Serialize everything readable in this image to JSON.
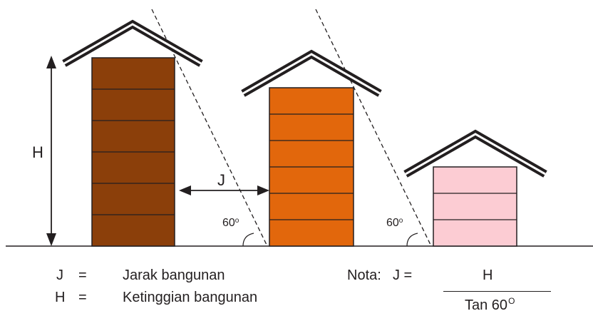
{
  "labels": {
    "height": "H",
    "distance": "J",
    "angle_left": "60",
    "angle_right": "60",
    "degree_mark": "o"
  },
  "legend": {
    "j_symbol": "J",
    "j_equals": "=",
    "j_text": "Jarak bangunan",
    "h_symbol": "H",
    "h_equals": "=",
    "h_text": "Ketinggian bangunan"
  },
  "formula": {
    "prefix": "Nota:",
    "lhs": "J =",
    "numerator": "H",
    "denominator": "Tan 60",
    "denominator_sup": "O"
  },
  "colors": {
    "building_tall": "#8b3f0a",
    "building_mid": "#e2670c",
    "building_small": "#fcccd3",
    "outline": "#231f20",
    "roof_fill": "#ffffff"
  }
}
